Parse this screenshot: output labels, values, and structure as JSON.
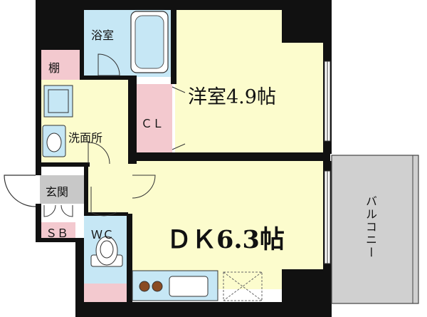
{
  "rooms": {
    "bath": "浴室",
    "shelf": "棚",
    "washroom": "洗面所",
    "closet": "ＣＬ",
    "western_room": "洋室4.9帖",
    "entrance": "玄関",
    "shoe_box": "ＳＢ",
    "toilet": "ＷＣ",
    "dining_kitchen": "ＤＫ6.3帖",
    "balcony": "バルコニー"
  },
  "colors": {
    "wall": "#111111",
    "room_yellow": "#fcfccd",
    "wet_blue": "#c6e7f5",
    "accent_pink": "#f3c9cf",
    "entrance_gray": "#c8c8c8",
    "balcony_gray": "#d0d0d0"
  }
}
